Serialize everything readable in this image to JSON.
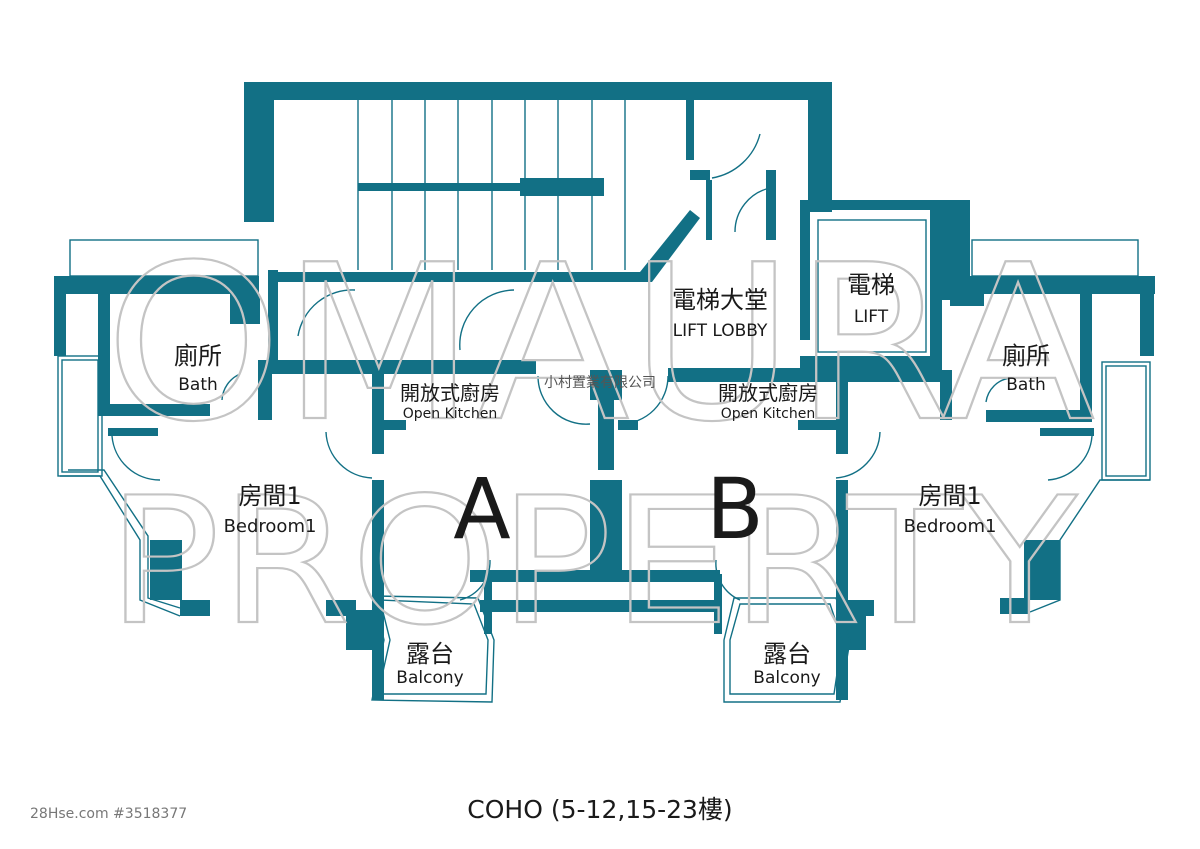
{
  "watermark": {
    "line1": "OMAURA",
    "line2": "PROPERTY",
    "company": "小村置業有限公司"
  },
  "rooms": {
    "lift_lobby": {
      "zh": "電梯大堂",
      "en": "LIFT LOBBY"
    },
    "lift": {
      "zh": "電梯",
      "en": "LIFT"
    },
    "bath_a": {
      "zh": "廁所",
      "en": "Bath"
    },
    "bath_b": {
      "zh": "廁所",
      "en": "Bath"
    },
    "kitchen_a": {
      "zh": "開放式廚房",
      "en": "Open Kitchen"
    },
    "kitchen_b": {
      "zh": "開放式廚房",
      "en": "Open Kitchen"
    },
    "bedroom_a": {
      "zh": "房間1",
      "en": "Bedroom1"
    },
    "bedroom_b": {
      "zh": "房間1",
      "en": "Bedroom1"
    },
    "balcony_a": {
      "zh": "露台",
      "en": "Balcony"
    },
    "balcony_b": {
      "zh": "露台",
      "en": "Balcony"
    }
  },
  "units": {
    "a": "A",
    "b": "B"
  },
  "caption": "COHO (5-12,15-23樓)",
  "source": "28Hse.com #3518377",
  "colors": {
    "wall": "#127085",
    "watermark": "#c4c4c4",
    "text": "#1a1a1a"
  }
}
